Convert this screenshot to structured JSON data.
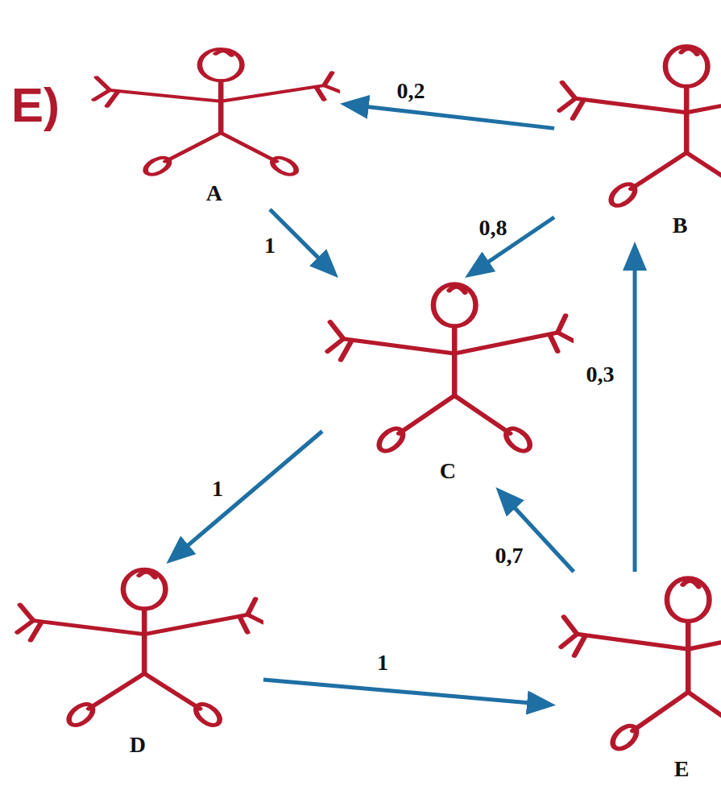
{
  "diagram": {
    "title": "E)",
    "nodes": [
      {
        "text": [
          "A"
        ]
      },
      {
        "text": [
          "B"
        ]
      },
      {
        "text": [
          "C"
        ]
      },
      {
        "text": [
          "D"
        ]
      },
      {
        "text": [
          "E"
        ]
      }
    ],
    "edges": [
      {
        "from": 1,
        "to": 0,
        "arrow": "to",
        "label": "0,2"
      },
      {
        "from": 0,
        "to": 2,
        "arrow": "to",
        "label": "1"
      },
      {
        "from": 1,
        "to": 2,
        "arrow": "to",
        "label": "0,8"
      },
      {
        "from": 2,
        "to": 3,
        "arrow": "to",
        "label": "1"
      },
      {
        "from": 3,
        "to": 4,
        "arrow": "to",
        "label": "1"
      },
      {
        "from": 4,
        "to": 2,
        "arrow": "to",
        "label": "0,7"
      },
      {
        "from": 4,
        "to": 1,
        "arrow": "to",
        "label": "0,3"
      }
    ]
  }
}
